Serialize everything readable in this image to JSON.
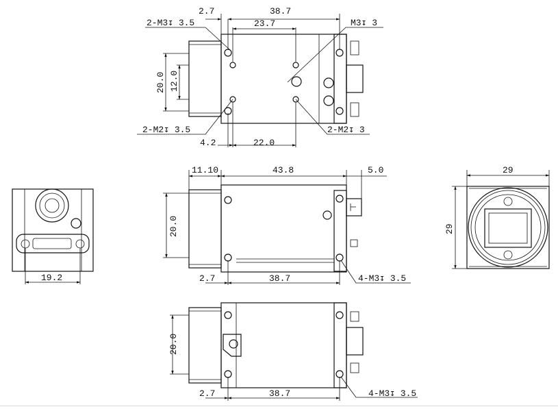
{
  "top_view": {
    "dim_left_offset": "2.7",
    "dim_hole_spacing": "38.7",
    "dim_inner": "23.7",
    "label_m3_depth_pair": "2-M3↧ 3.5",
    "label_m3_depth": "M3↧ 3",
    "dim_height": "20.0",
    "dim_inner_height": "12.0",
    "label_m2_left": "2-M2↧ 3.5",
    "label_m2_right": "2-M2↧ 3",
    "dim_bottom_left": "4.2",
    "dim_bottom_span": "22.0"
  },
  "side_view": {
    "dim_front": "11.10",
    "dim_body": "43.8",
    "dim_rear": "5.0",
    "dim_height": "20.0",
    "dim_left_offset": "2.7",
    "dim_hole_spacing": "38.7",
    "label_holes": "4-M3↧ 3.5"
  },
  "rear_view": {
    "dim_connector_width": "19.2"
  },
  "front_view": {
    "dim_width": "29",
    "dim_height": "29"
  },
  "bottom_view": {
    "dim_height": "20.0",
    "dim_left_offset": "2.7",
    "dim_hole_spacing": "38.7",
    "label_holes": "4-M3↧ 3.5"
  }
}
